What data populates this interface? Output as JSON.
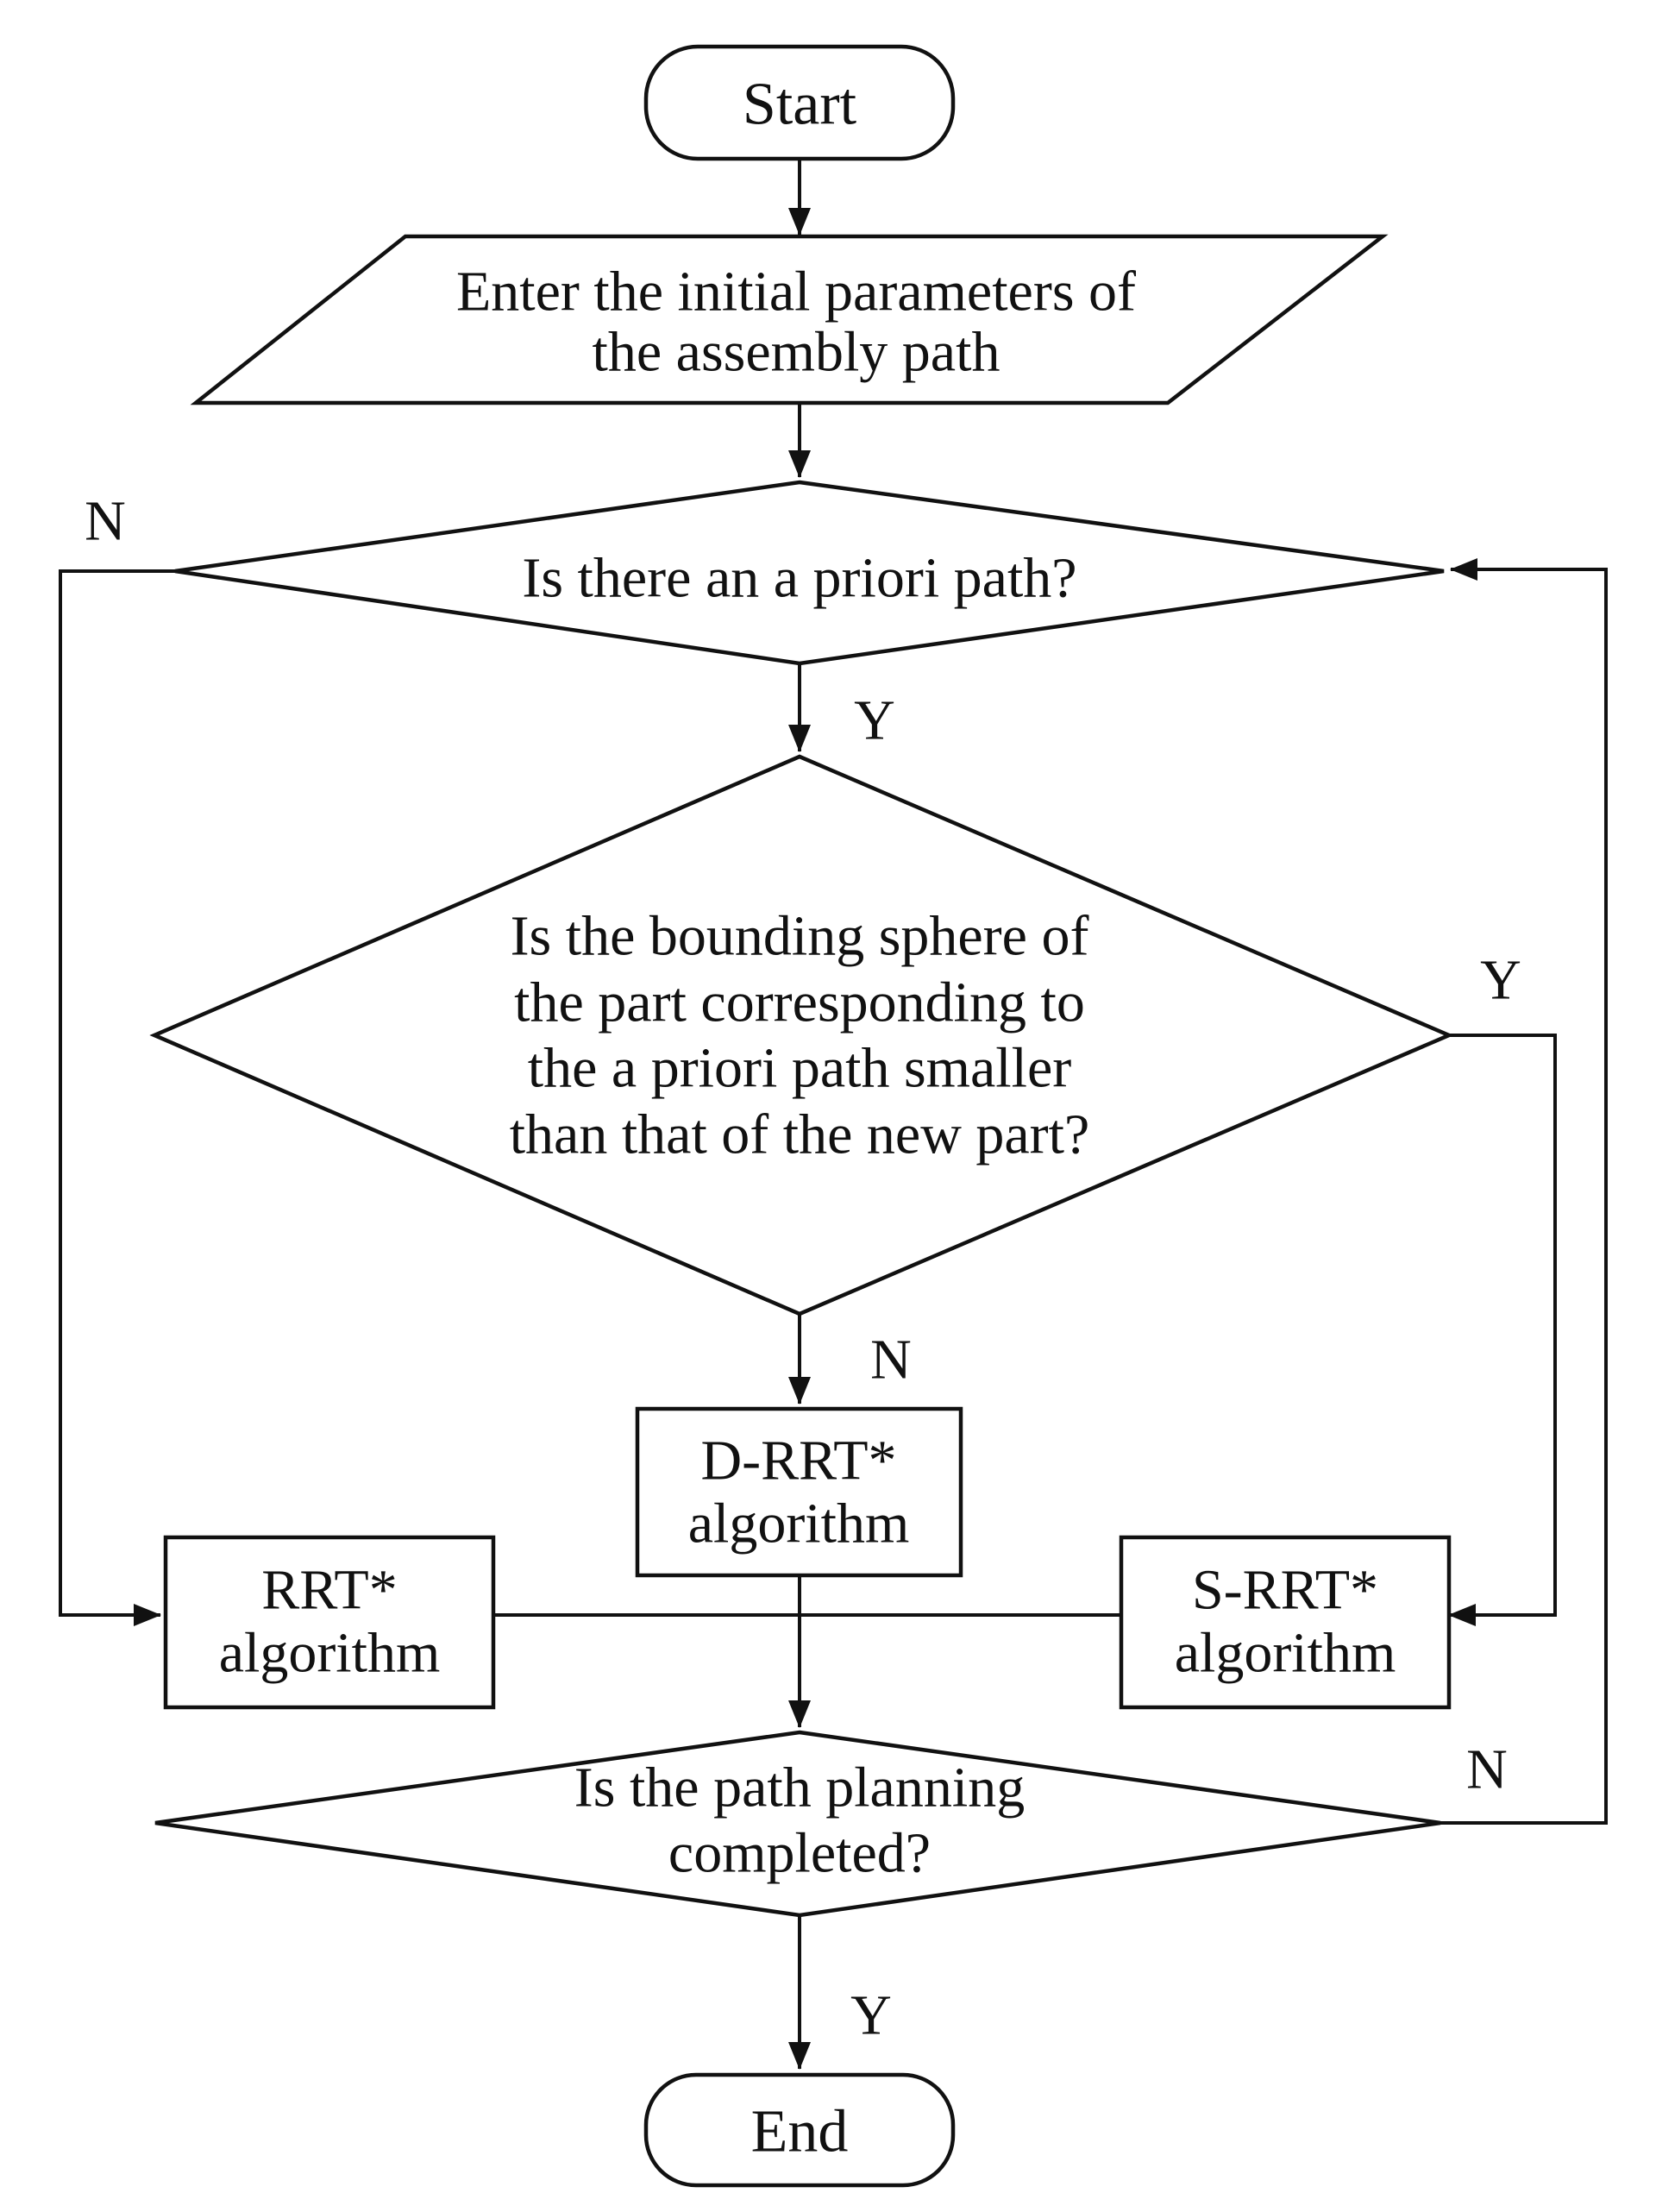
{
  "diagram": {
    "type": "flowchart",
    "colors": {
      "ink": "#111111",
      "background": "#ffffff"
    },
    "nodes": {
      "start": {
        "shape": "terminator",
        "label": "Start"
      },
      "enter_parameters": {
        "shape": "input-parallelogram",
        "lines": [
          "Enter the initial parameters of",
          "the assembly path"
        ]
      },
      "a_priori_decision": {
        "shape": "decision-diamond",
        "lines": [
          "Is there an a priori path?"
        ]
      },
      "bounding_sphere_decision": {
        "shape": "decision-diamond",
        "lines": [
          "Is the bounding sphere of",
          "the part corresponding to",
          "the a priori path smaller",
          "than that of the new part?"
        ]
      },
      "d_rrt": {
        "shape": "process-rect",
        "lines": [
          "D-RRT*",
          "algorithm"
        ]
      },
      "rrt": {
        "shape": "process-rect",
        "lines": [
          "RRT*",
          "algorithm"
        ]
      },
      "s_rrt": {
        "shape": "process-rect",
        "lines": [
          "S-RRT*",
          "algorithm"
        ]
      },
      "path_planning_decision": {
        "shape": "decision-diamond",
        "lines": [
          "Is the path planning",
          "completed?"
        ]
      },
      "end": {
        "shape": "terminator",
        "label": "End"
      }
    },
    "branch_labels": {
      "a_priori_no": "N",
      "a_priori_yes": "Y",
      "bounding_yes": "Y",
      "bounding_no": "N",
      "planning_no": "N",
      "planning_yes": "Y"
    },
    "edges": [
      {
        "from": "start",
        "to": "enter_parameters",
        "label": ""
      },
      {
        "from": "enter_parameters",
        "to": "a_priori_decision",
        "label": ""
      },
      {
        "from": "a_priori_decision",
        "to": "bounding_sphere_decision",
        "label": "Y"
      },
      {
        "from": "a_priori_decision",
        "to": "rrt",
        "label": "N"
      },
      {
        "from": "bounding_sphere_decision",
        "to": "d_rrt",
        "label": "N"
      },
      {
        "from": "bounding_sphere_decision",
        "to": "s_rrt",
        "label": "Y"
      },
      {
        "from": "rrt",
        "to": "path_planning_decision",
        "label": ""
      },
      {
        "from": "s_rrt",
        "to": "path_planning_decision",
        "label": ""
      },
      {
        "from": "d_rrt",
        "to": "path_planning_decision",
        "label": ""
      },
      {
        "from": "path_planning_decision",
        "to": "a_priori_decision",
        "label": "N"
      },
      {
        "from": "path_planning_decision",
        "to": "end",
        "label": "Y"
      }
    ]
  }
}
